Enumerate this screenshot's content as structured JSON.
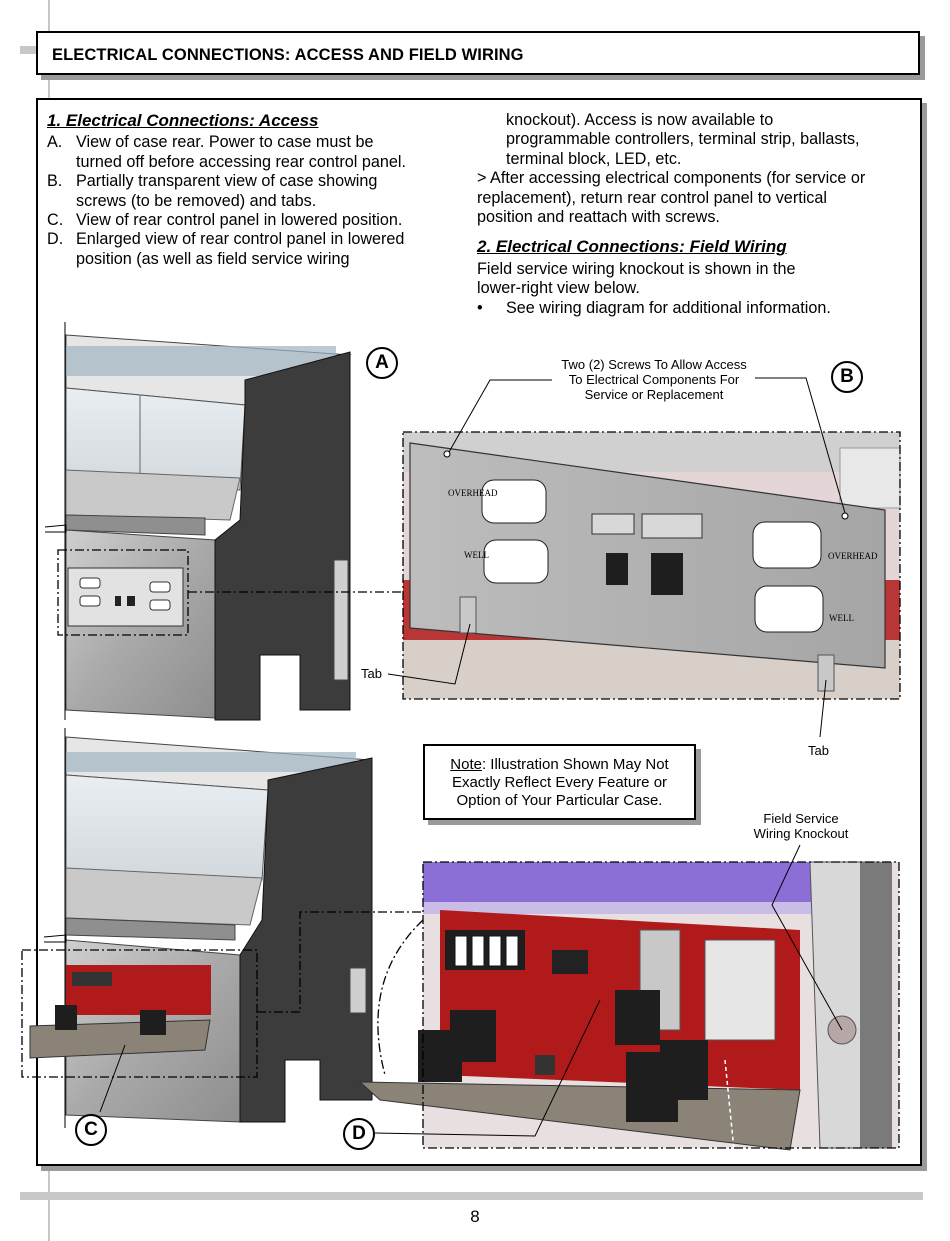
{
  "header": {
    "title": "ELECTRICAL CONNECTIONS: ACCESS AND FIELD WIRING"
  },
  "section1": {
    "heading": "1. Electrical Connections: Access",
    "items": [
      {
        "key": "A.",
        "lines": [
          "View of case rear. Power to case must be",
          "turned off before accessing rear control panel."
        ]
      },
      {
        "key": "B.",
        "lines": [
          "Partially transparent view of case showing",
          "screws (to be removed) and tabs."
        ]
      },
      {
        "key": "C.",
        "lines": [
          "View of rear control panel in lowered position."
        ]
      },
      {
        "key": "D.",
        "lines": [
          "Enlarged view of rear control panel in lowered",
          "position (as well as field service wiring"
        ]
      }
    ],
    "continuation": [
      "knockout). Access is now available to",
      "programmable controllers, terminal strip, ballasts,",
      "terminal block, LED, etc."
    ],
    "after": [
      "> After accessing electrical components (for service or",
      "replacement), return rear control panel to vertical",
      "position and reattach with screws."
    ]
  },
  "section2": {
    "heading": "2. Electrical Connections: Field Wiring",
    "lines": [
      "Field service wiring knockout is shown in the",
      "lower-right view below."
    ],
    "bullet_mark": "•",
    "bullet": "See wiring diagram for additional information."
  },
  "labels": {
    "a": "A",
    "b": "B",
    "c": "C",
    "d": "D",
    "screws_callout": [
      "Two (2) Screws To Allow Access",
      "To Electrical Components For",
      "Service or Replacement"
    ],
    "tab_left": "Tab",
    "tab_right": "Tab",
    "knockout_callout": [
      "Field Service",
      "Wiring Knockout"
    ],
    "panel_overhead_left": "OVERHEAD",
    "panel_well_left": "WELL",
    "panel_overhead_right": "OVERHEAD",
    "panel_well_right": "WELL"
  },
  "note": {
    "prefix": "Note",
    "line1": ": Illustration Shown May Not",
    "line2": "Exactly Reflect Every Feature or",
    "line3": "Option of Your Particular Case."
  },
  "footer": {
    "page_number": "8"
  },
  "colors": {
    "case_dark": "#3c3c3c",
    "steel": "#9c9c9c",
    "panel_red": "#b01a1a",
    "panel_purple": "#8c6fd6",
    "callout_line": "#000000"
  }
}
